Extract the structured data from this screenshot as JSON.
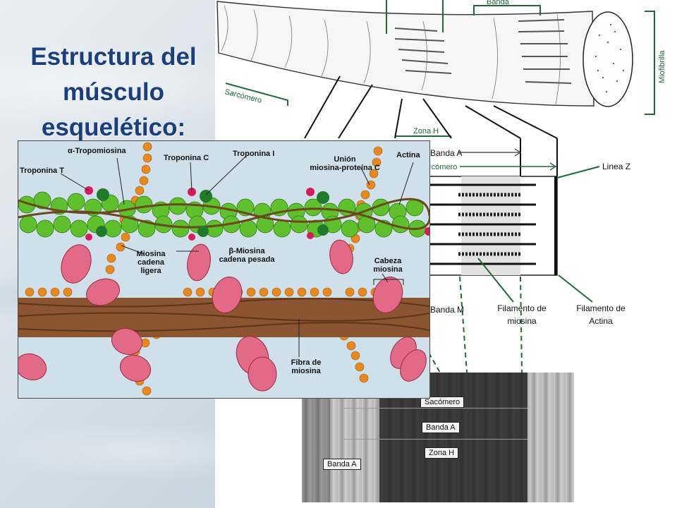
{
  "slide": {
    "title_lines": [
      "Estructura del",
      "músculo",
      "esquelético:"
    ]
  },
  "fiber_diagram": {
    "banda": "Banda",
    "miofibrilla": "Miofibrilla",
    "sarcomero": "Sarcómero",
    "zona_h": "Zona H",
    "banda_a": "Banda A",
    "sarcomero_partial": "rcómero",
    "linea_z": "Linea Z",
    "banda_m": "Banda M",
    "filamento_miosina": [
      "Filamento de",
      "miosina"
    ],
    "filamento_actina": [
      "Filamento de",
      "Actina"
    ]
  },
  "micrograph": {
    "sacomero": "Sacómero",
    "banda_a": "Banda A",
    "zona_h": "Zona H",
    "banda_a_left": "Banda A"
  },
  "molecular_inset": {
    "tropomiosina": "α-Tropomiosina",
    "troponina_t": "Troponina T",
    "troponina_c": "Troponina C",
    "troponina_i": "Troponina I",
    "union": [
      "Unión",
      "miosina-proteína C"
    ],
    "actina": "Actina",
    "miosina_ligera": [
      "Miosina",
      "cadena",
      "ligera"
    ],
    "miosina_pesada": [
      "β-Miosina",
      "cadena pesada"
    ],
    "cabeza_miosina": [
      "Cabeza",
      "miosina"
    ],
    "fibra_miosina": [
      "Fibra de",
      "miosina"
    ]
  },
  "colors": {
    "title": "#1b3e7d",
    "green_label": "#1d6b3a",
    "actin": "#5fbf2c",
    "myosin_head": "#e26a86",
    "myosin_fiber": "#8a5530",
    "light_chain_bead": "#e58a1f"
  }
}
